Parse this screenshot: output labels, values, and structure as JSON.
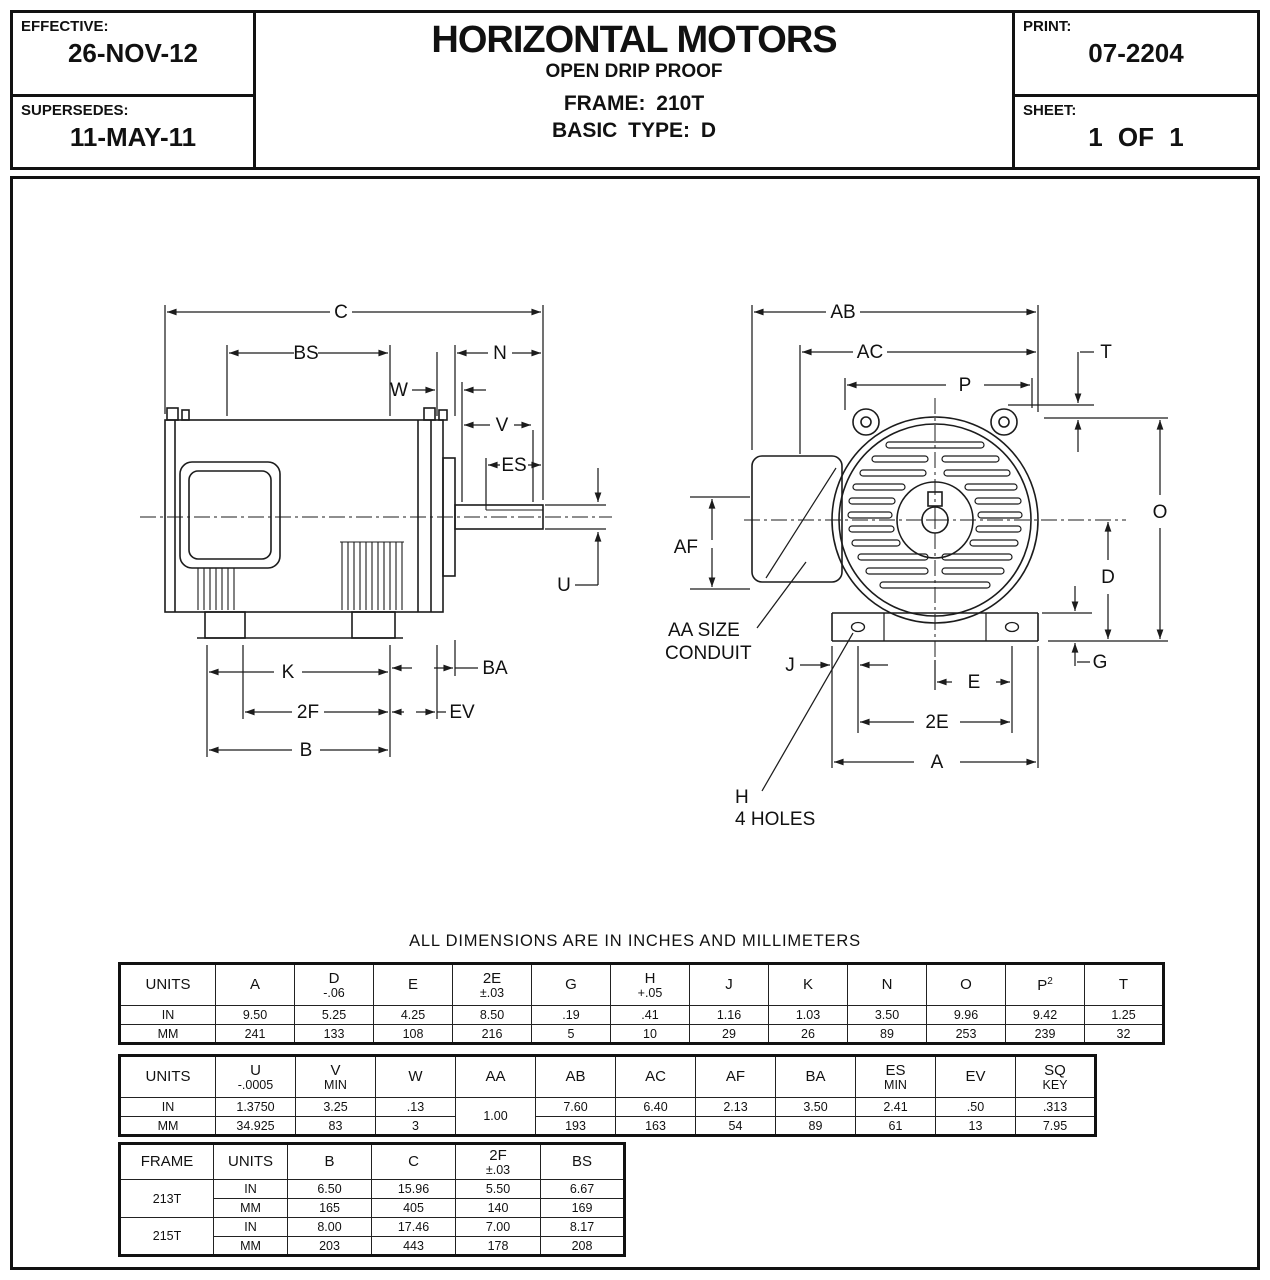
{
  "title_block": {
    "effective_label": "EFFECTIVE:",
    "effective_date": "26-NOV-12",
    "supersedes_label": "SUPERSEDES:",
    "supersedes_date": "11-MAY-11",
    "title": "HORIZONTAL MOTORS",
    "subtitle": "OPEN DRIP PROOF",
    "frame_line": "FRAME: 210T",
    "type_line": "BASIC TYPE: D",
    "print_label": "PRINT:",
    "print_value": "07-2204",
    "sheet_label": "SHEET:",
    "sheet_value": "1 OF 1"
  },
  "drawing": {
    "note": "ALL DIMENSIONS ARE IN INCHES AND MILLIMETERS",
    "labels": {
      "C": "C",
      "BS": "BS",
      "N": "N",
      "W": "W",
      "V": "V",
      "ES": "ES",
      "U": "U",
      "K": "K",
      "F2": "2F",
      "B": "B",
      "BA": "BA",
      "EV": "EV",
      "AB": "AB",
      "AC": "AC",
      "P": "P",
      "T": "T",
      "O": "O",
      "D": "D",
      "G": "G",
      "AF": "AF",
      "J": "J",
      "E": "E",
      "E2": "2E",
      "A": "A",
      "AA1": "AA SIZE",
      "AA2": "CONDUIT",
      "H": "H",
      "HOLES": "4 HOLES"
    }
  },
  "table1": {
    "col_units": "UNITS",
    "row_in": "IN",
    "row_mm": "MM",
    "headers": [
      {
        "main": "A"
      },
      {
        "main": "D",
        "sub": "-.06"
      },
      {
        "main": "E"
      },
      {
        "main": "2E",
        "sub": "±.03"
      },
      {
        "main": "G"
      },
      {
        "main": "H",
        "sub": "+.05"
      },
      {
        "main": "J"
      },
      {
        "main": "K"
      },
      {
        "main": "N"
      },
      {
        "main": "O"
      },
      {
        "main": "P",
        "sup": "2"
      },
      {
        "main": "T"
      }
    ],
    "in": [
      "9.50",
      "5.25",
      "4.25",
      "8.50",
      ".19",
      ".41",
      "1.16",
      "1.03",
      "3.50",
      "9.96",
      "9.42",
      "1.25"
    ],
    "mm": [
      "241",
      "133",
      "108",
      "216",
      "5",
      "10",
      "29",
      "26",
      "89",
      "253",
      "239",
      "32"
    ]
  },
  "table2": {
    "col_units": "UNITS",
    "row_in": "IN",
    "row_mm": "MM",
    "headers": [
      {
        "main": "U",
        "sub": "-.0005"
      },
      {
        "main": "V",
        "sub": "MIN"
      },
      {
        "main": "W"
      },
      {
        "main": "AA"
      },
      {
        "main": "AB"
      },
      {
        "main": "AC"
      },
      {
        "main": "AF"
      },
      {
        "main": "BA"
      },
      {
        "main": "ES",
        "sub": "MIN"
      },
      {
        "main": "EV"
      },
      {
        "main": "SQ",
        "sub": "KEY"
      }
    ],
    "in": [
      "1.3750",
      "3.25",
      ".13",
      "7.60",
      "6.40",
      "2.13",
      "3.50",
      "2.41",
      ".50",
      ".313"
    ],
    "aa_shared": "1.00",
    "mm": [
      "34.925",
      "83",
      "3",
      "193",
      "163",
      "54",
      "89",
      "61",
      "13",
      "7.95"
    ]
  },
  "table3": {
    "col_frame": "FRAME",
    "col_units": "UNITS",
    "row_in": "IN",
    "row_mm": "MM",
    "headers": [
      {
        "main": "B"
      },
      {
        "main": "C"
      },
      {
        "main": "2F",
        "sub": "±.03"
      },
      {
        "main": "BS"
      }
    ],
    "groups": [
      {
        "frame": "213T",
        "in": [
          "6.50",
          "15.96",
          "5.50",
          "6.67"
        ],
        "mm": [
          "165",
          "405",
          "140",
          "169"
        ]
      },
      {
        "frame": "215T",
        "in": [
          "8.00",
          "17.46",
          "7.00",
          "8.17"
        ],
        "mm": [
          "203",
          "443",
          "178",
          "208"
        ]
      }
    ]
  }
}
